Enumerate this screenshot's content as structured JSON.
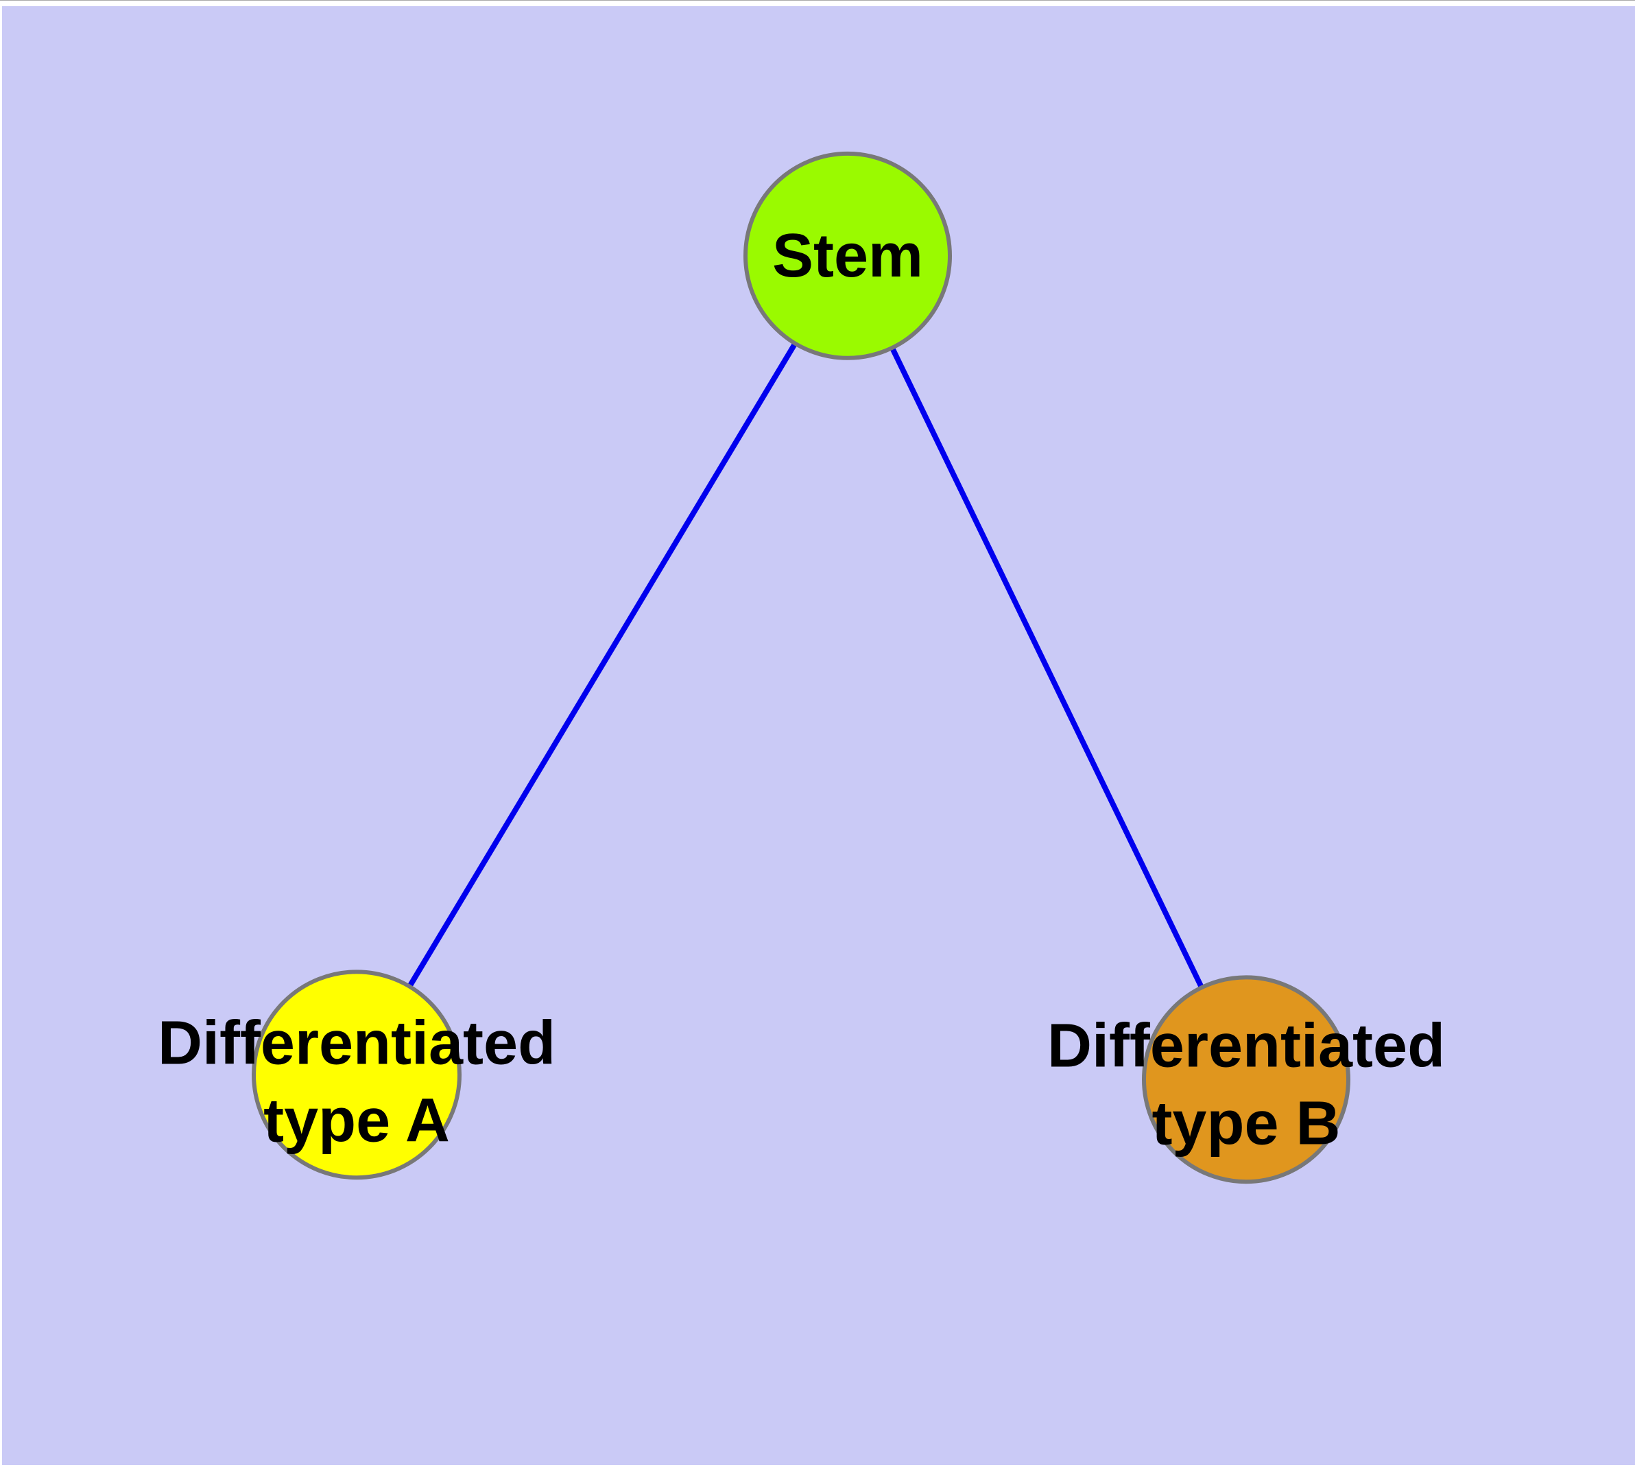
{
  "diagram": {
    "type": "graph",
    "background_color": "#CACAF6",
    "frame_color": "#FFFFFF",
    "edge_color": "#0000EE",
    "node_border_color": "#787878",
    "text_color": "#000000",
    "nodes": {
      "stem": {
        "label": "Stem",
        "fill": "#9AFA00",
        "shape": "circle"
      },
      "type_a": {
        "label": "Differentiated type A",
        "line1": "Differentiated",
        "line2": "type A",
        "fill": "#FFFF00",
        "shape": "circle"
      },
      "type_b": {
        "label": "Differentiated type B",
        "line1": "Differentiated",
        "line2": "type B",
        "fill": "#E0961E",
        "shape": "circle"
      }
    },
    "edges": [
      {
        "from": "Stem",
        "to": "Differentiated type A"
      },
      {
        "from": "Stem",
        "to": "Differentiated type B"
      }
    ]
  }
}
